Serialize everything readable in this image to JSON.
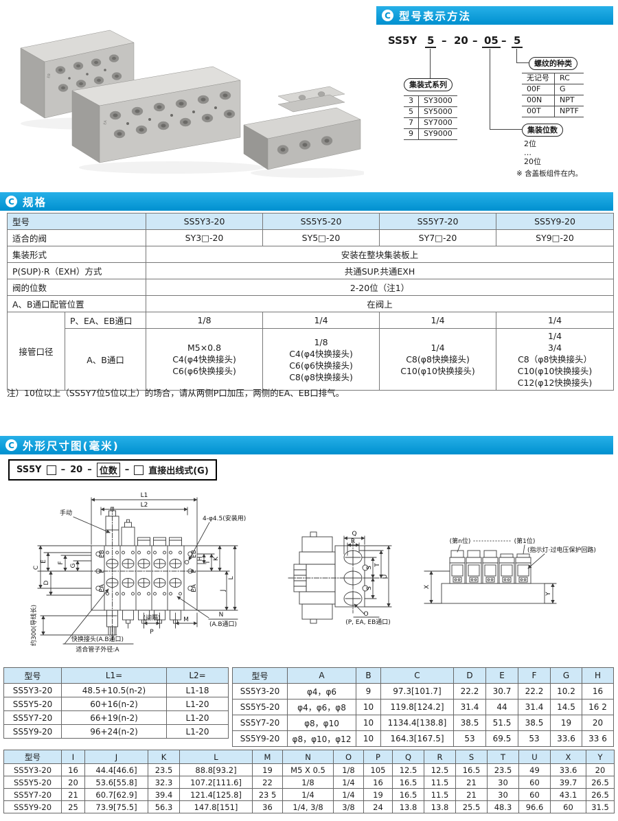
{
  "colors": {
    "header_blue": "#00a0dc",
    "table_header_bg": "#cfe8f7",
    "line": "#3a3a3a"
  },
  "model_section": {
    "title": "型号表示方法",
    "badge": "C",
    "model": {
      "prefix": "SS5Y",
      "seg1": "5",
      "dash1": "–",
      "seg2": "20",
      "dash2": "–",
      "seg3": "05",
      "dash3": "–",
      "seg4": "5"
    },
    "series": {
      "bubble": "集装式系列",
      "rows": [
        [
          "3",
          "SY3000"
        ],
        [
          "5",
          "SY5000"
        ],
        [
          "7",
          "SY7000"
        ],
        [
          "9",
          "SY9000"
        ]
      ]
    },
    "thread": {
      "bubble": "螺纹的种类",
      "rows": [
        [
          "无记号",
          "RC"
        ],
        [
          "00F",
          "G"
        ],
        [
          "00N",
          "NPT"
        ],
        [
          "00T",
          "NPTF"
        ]
      ]
    },
    "stations": {
      "bubble": "集装位数",
      "lines": [
        "2位",
        "…",
        "20位"
      ],
      "note": "※ 含盖板组件在内。"
    }
  },
  "spec": {
    "title": "规格",
    "labels": {
      "model": "型号",
      "valve": "适合的阀",
      "mount": "集装形式",
      "supexh": "P(SUP)·R（EXH）方式",
      "positions": "阀的位数",
      "abpos": "A、B通口配管位置",
      "portgroup": "接管口径",
      "pea": "P、EA、EB通口",
      "ab": "A、B通口"
    },
    "models": [
      "SS5Y3-20",
      "SS5Y5-20",
      "SS5Y7-20",
      "SS5Y9-20"
    ],
    "valves": [
      "SY3□-20",
      "SY5□-20",
      "SY7□-20",
      "SY9□-20"
    ],
    "mount_value": "安装在整块集装板上",
    "supexh_value": "共通SUP.共通EXH",
    "positions_value": "2-20位（注1）",
    "abpos_value": "在阀上",
    "pea_values": [
      "1/8",
      "1/4",
      "1/4",
      "1/4"
    ],
    "ab_values": [
      [
        "M5×0.8",
        "C4(φ4快换接头)",
        "C6(φ6快换接头)"
      ],
      [
        "1/8",
        "C4(φ4快换接头)",
        "C6(φ6快换接头)",
        "C8(φ8快换接头)"
      ],
      [
        "1/4",
        "C8(φ8快换接头)",
        "C10(φ10快换接头)"
      ],
      [
        "1/4",
        "3/4",
        "C8（φ8快换接头）",
        "C10(φ10快换接头)",
        "C12(φ12快换接头)"
      ]
    ],
    "note": "注）10位以上（SS5Y7位5位以上）的场合，请从两侧P口加压，两侧的EA、EB口排气。"
  },
  "dims": {
    "title": "外形尺寸图(毫米)",
    "formula": {
      "prefix": "SS5Y",
      "dash": "–",
      "size": "20",
      "stations_box": "位数",
      "suffix": "直接出线式(G)"
    },
    "labels": {
      "L1": "L1",
      "L2": "L2",
      "manual": "手动",
      "mounting": "4-φ4.5(安装用)",
      "C": "C",
      "D": "D",
      "E": "E",
      "F": "F",
      "G": "G",
      "wire": "约300(导线长)",
      "EB": "EB",
      "P": "P",
      "EA": "EA",
      "H": "H",
      "I": "I",
      "J": "J",
      "K": "K",
      "L": "L",
      "M": "M",
      "N": "N",
      "ab": "(A.B通口)",
      "gap": "(间隔)",
      "fitting": "快换接头(A.B通口)",
      "tube": "适合管子外径:A",
      "Q": "Q",
      "R": "R",
      "S": "S",
      "T": "T",
      "U": "U",
      "O": "O",
      "pea": "(P, EA, EB通口)",
      "nth": "(第n位)",
      "first": "(第1位)",
      "indicator": "(指示灯·过电压保护回路)",
      "X": "X",
      "Y": "Y"
    },
    "table_L": {
      "head": [
        "型号",
        "L1=",
        "L2="
      ],
      "rows": [
        [
          "SS5Y3-20",
          "48.5+10.5(n-2)",
          "L1-18"
        ],
        [
          "SS5Y5-20",
          "60+16(n-2)",
          "L1-20"
        ],
        [
          "SS5Y7-20",
          "66+19(n-2)",
          "L1-20"
        ],
        [
          "SS5Y9-20",
          "96+24(n-2)",
          "L1-20"
        ]
      ]
    },
    "table_AH": {
      "head": [
        "型号",
        "A",
        "B",
        "C",
        "D",
        "E",
        "F",
        "G",
        "H"
      ],
      "rows": [
        [
          "SS5Y3-20",
          "φ4，φ6",
          "9",
          "97.3[101.7]",
          "22.2",
          "30.7",
          "22.2",
          "10.2",
          "16"
        ],
        [
          "SS5Y5-20",
          "φ4，φ6，φ8",
          "10",
          "119.8[124.2]",
          "31.4",
          "44",
          "31.4",
          "14.5",
          "16 2"
        ],
        [
          "SS5Y7-20",
          "φ8，φ10",
          "10",
          "1134.4[138.8]",
          "38.5",
          "51.5",
          "38.5",
          "19",
          "20"
        ],
        [
          "SS5Y9-20",
          "φ8，φ10，φ12",
          "10",
          "164.3[167.5]",
          "53",
          "69.5",
          "53",
          "33.6",
          "33 6"
        ]
      ]
    },
    "table_IY": {
      "head": [
        "型号",
        "I",
        "J",
        "K",
        "L",
        "M",
        "N",
        "O",
        "P",
        "Q",
        "R",
        "S",
        "T",
        "U",
        "X",
        "Y"
      ],
      "rows": [
        [
          "SS5Y3-20",
          "16",
          "44.4[46.6]",
          "23.5",
          "88.8[93.2]",
          "19",
          "M5 X 0.5",
          "1/8",
          "105",
          "12.5",
          "12.5",
          "16.5",
          "23.5",
          "49",
          "33.6",
          "20"
        ],
        [
          "SS5Y5-20",
          "20",
          "53.6[55.8]",
          "32.3",
          "107.2[111.6]",
          "22",
          "1/8",
          "1/4",
          "16",
          "16.5",
          "11.5",
          "21",
          "30",
          "60",
          "39.7",
          "26.5"
        ],
        [
          "SS5Y7-20",
          "21",
          "60.7[62.9]",
          "39.4",
          "121.4[125.8]",
          "23 5",
          "1/4",
          "1/4",
          "19",
          "16.5",
          "11.5",
          "21",
          "30",
          "60",
          "43.1",
          "26.5"
        ],
        [
          "SS5Y9-20",
          "25",
          "73.9[75.5]",
          "56.3",
          "147.8[151]",
          "36",
          "1/4, 3/8",
          "3/8",
          "24",
          "13.8",
          "13.8",
          "25.5",
          "48.3",
          "96.6",
          "60",
          "31.5"
        ]
      ]
    }
  }
}
